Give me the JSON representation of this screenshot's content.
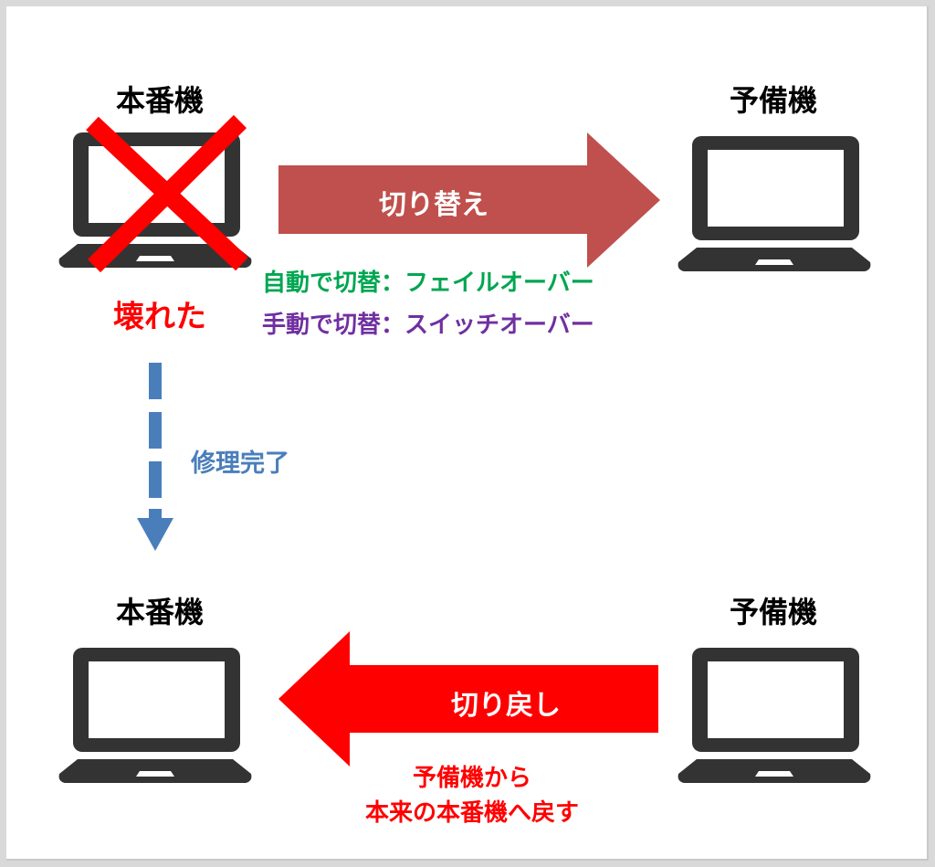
{
  "top_left": {
    "label": "本番機",
    "status": "壊れた",
    "status_color": "#ff0000"
  },
  "top_right": {
    "label": "予備機"
  },
  "bottom_left": {
    "label": "本番機"
  },
  "bottom_right": {
    "label": "予備機"
  },
  "switch_arrow": {
    "label": "切り替え",
    "color": "#c0504d",
    "notes": [
      {
        "text": "自動で切替：フェイルオーバー",
        "color": "#00a651"
      },
      {
        "text": "手動で切替：スイッチオーバー",
        "color": "#7030a0"
      }
    ]
  },
  "repair_arrow": {
    "label": "修理完了",
    "color": "#4a7ebb"
  },
  "return_arrow": {
    "label": "切り戻し",
    "color": "#ff0000",
    "notes": [
      "予備機から",
      "本来の本番機へ戻す"
    ]
  },
  "colors": {
    "laptop": "#333333",
    "cross": "#ff0000"
  }
}
